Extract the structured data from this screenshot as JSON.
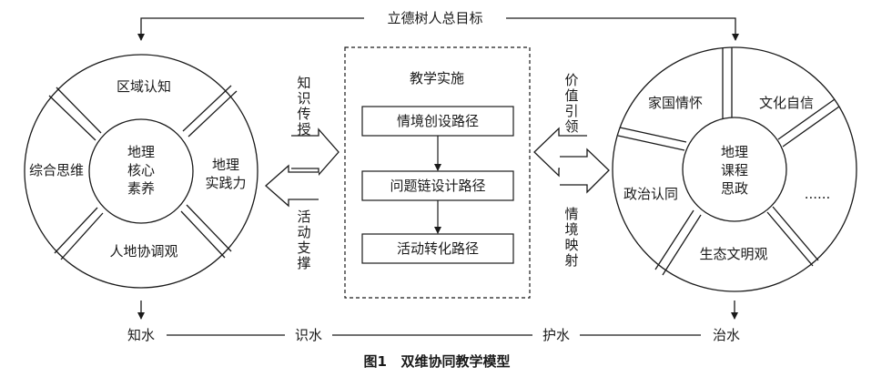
{
  "top_goal": "立德树人总目标",
  "left_ring": {
    "center": [
      "地理",
      "核心",
      "素养"
    ],
    "segments": [
      "区域认知",
      "地理实践力",
      "人地协调观",
      "综合思维"
    ]
  },
  "right_ring": {
    "center": [
      "地理",
      "课程",
      "思政"
    ],
    "segments": [
      "文化自信",
      "......",
      "生态文明观",
      "政治认同",
      "家国情怀"
    ]
  },
  "middle": {
    "title": "教学实施",
    "steps": [
      "情境创设路径",
      "问题链设计路径",
      "活动转化路径"
    ]
  },
  "left_arrows": {
    "top": [
      "知",
      "识",
      "传",
      "授"
    ],
    "bottom": [
      "活",
      "动",
      "支",
      "撑"
    ]
  },
  "right_arrows": {
    "top": [
      "价",
      "值",
      "引",
      "领"
    ],
    "bottom": [
      "情",
      "境",
      "映",
      "射"
    ]
  },
  "bottom_line": [
    "知水",
    "识水",
    "护水",
    "治水"
  ],
  "caption": "图1   双维协同教学模型"
}
